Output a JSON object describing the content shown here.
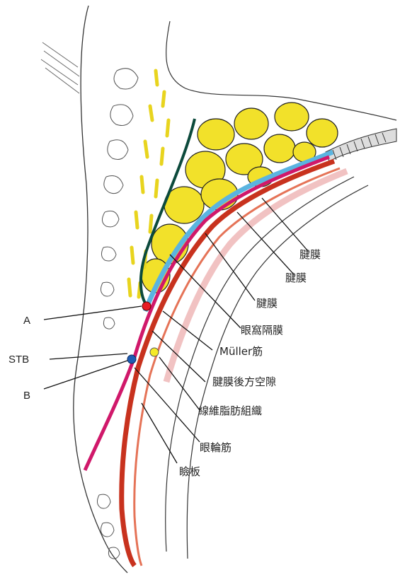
{
  "labels": {
    "tendon1": "腱膜",
    "tendon2": "腱膜",
    "tendon3": "腱膜",
    "septum": "眼窩隔膜",
    "muller": "Müller筋",
    "space": "腱膜後方空隙",
    "fibrofat": "線維脂肪組織",
    "orbicularis": "眼輪筋",
    "tarsus": "瞼板",
    "point_a": "A",
    "stb": "STB",
    "point_b": "B"
  },
  "colors": {
    "fat": "#f2e12a",
    "septum": "#5ab4e0",
    "muller": "#d0186a",
    "levator": "#c8321e",
    "darkline": "#0c4a3c",
    "point_a": "#e81c24",
    "point_b": "#1e5cb4",
    "stb": "#f5ea28"
  }
}
